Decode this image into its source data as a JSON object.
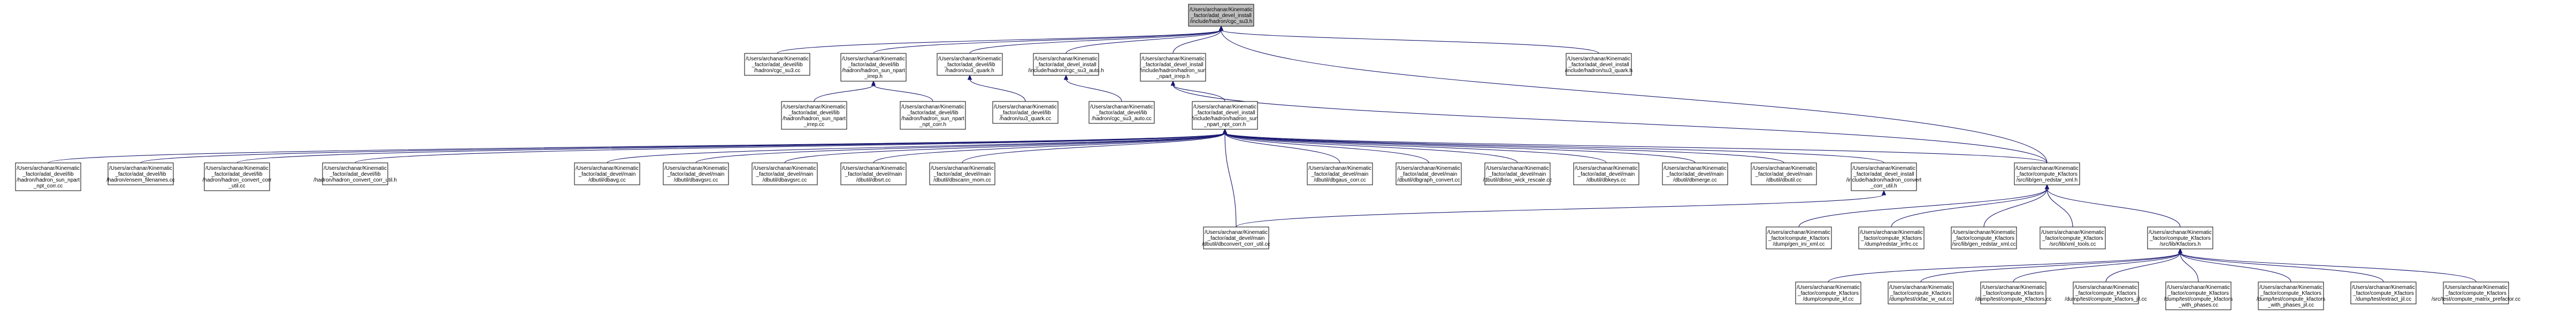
{
  "nodes": [
    {
      "id": "n0",
      "lines": [
        "/Users/archanar/Kinematic",
        "_factor/adat_devel_install",
        "/include/hadron/cgc_su3.h"
      ],
      "root": true
    },
    {
      "id": "n1",
      "lines": [
        "/Users/archanar/Kinematic",
        "_factor/adat_devel/lib",
        "/hadron/cgc_su3.cc"
      ]
    },
    {
      "id": "n2",
      "lines": [
        "/Users/archanar/Kinematic",
        "_factor/adat_devel/lib",
        "/hadron/hadron_sun_npart",
        "_irrep.h"
      ]
    },
    {
      "id": "n3",
      "lines": [
        "/Users/archanar/Kinematic",
        "_factor/adat_devel/lib",
        "/hadron/su3_quark.h"
      ]
    },
    {
      "id": "n4",
      "lines": [
        "/Users/archanar/Kinematic",
        "_factor/adat_devel_install",
        "/include/hadron/cgc_su3_auto.h"
      ]
    },
    {
      "id": "n5",
      "lines": [
        "/Users/archanar/Kinematic",
        "_factor/adat_devel_install",
        "/include/hadron/hadron_sun",
        "_npart_irrep.h"
      ]
    },
    {
      "id": "n6",
      "lines": [
        "/Users/archanar/Kinematic",
        "_factor/adat_devel_install",
        "/include/hadron/su3_quark.h"
      ]
    },
    {
      "id": "n7",
      "lines": [
        "/Users/archanar/Kinematic",
        "_factor/adat_devel/lib",
        "/hadron/hadron_sun_npart",
        "_irrep.cc"
      ]
    },
    {
      "id": "n8",
      "lines": [
        "/Users/archanar/Kinematic",
        "_factor/adat_devel/lib",
        "/hadron/hadron_sun_npart",
        "_npt_corr.h"
      ]
    },
    {
      "id": "n9",
      "lines": [
        "/Users/archanar/Kinematic",
        "_factor/adat_devel/lib",
        "/hadron/su3_quark.cc"
      ]
    },
    {
      "id": "n10",
      "lines": [
        "/Users/archanar/Kinematic",
        "_factor/adat_devel/lib",
        "/hadron/cgc_su3_auto.cc"
      ]
    },
    {
      "id": "n11",
      "lines": [
        "/Users/archanar/Kinematic",
        "_factor/adat_devel_install",
        "/include/hadron/hadron_sun",
        "_npart_npt_corr.h"
      ]
    },
    {
      "id": "n12",
      "lines": [
        "/Users/archanar/Kinematic",
        "_factor/adat_devel/lib",
        "/hadron/hadron_sun_npart",
        "_npt_corr.cc"
      ]
    },
    {
      "id": "n13",
      "lines": [
        "/Users/archanar/Kinematic",
        "_factor/adat_devel/lib",
        "/hadron/ensem_filenames.cc"
      ]
    },
    {
      "id": "n14",
      "lines": [
        "/Users/archanar/Kinematic",
        "_factor/adat_devel/lib",
        "/hadron/hadron_convert_corr",
        "_util.cc"
      ]
    },
    {
      "id": "n15",
      "lines": [
        "/Users/archanar/Kinematic",
        "_factor/adat_devel/lib",
        "/hadron/hadron_convert_corr_util.h"
      ]
    },
    {
      "id": "n16",
      "lines": [
        "/Users/archanar/Kinematic",
        "_factor/adat_devel/main",
        "/dbutil/dbavg.cc"
      ]
    },
    {
      "id": "n17",
      "lines": [
        "/Users/archanar/Kinematic",
        "_factor/adat_devel/main",
        "/dbutil/dbavgsrc.cc"
      ]
    },
    {
      "id": "n18",
      "lines": [
        "/Users/archanar/Kinematic",
        "_factor/adat_devel/main",
        "/dbutil/dbavgsrc.cc"
      ]
    },
    {
      "id": "n19",
      "lines": [
        "/Users/archanar/Kinematic",
        "_factor/adat_devel/main",
        "/dbutil/dbsrt.cc"
      ]
    },
    {
      "id": "n20",
      "lines": [
        "/Users/archanar/Kinematic",
        "_factor/adat_devel/main",
        "/dbutil/dbscann_mom.cc"
      ]
    },
    {
      "id": "n21",
      "lines": [
        "/Users/archanar/Kinematic",
        "_factor/adat_devel/main",
        "/dbutil/dbgaus_corr.cc"
      ]
    },
    {
      "id": "n22",
      "lines": [
        "/Users/archanar/Kinematic",
        "_factor/adat_devel/main",
        "/dbutil/dbgraph_convert.cc"
      ]
    },
    {
      "id": "n23",
      "lines": [
        "/Users/archanar/Kinematic",
        "_factor/adat_devel/main",
        "/dbutil/dbiso_wick_rescale.cc"
      ]
    },
    {
      "id": "n24",
      "lines": [
        "/Users/archanar/Kinematic",
        "_factor/adat_devel/main",
        "/dbutil/dbkeys.cc"
      ]
    },
    {
      "id": "n25",
      "lines": [
        "/Users/archanar/Kinematic",
        "_factor/adat_devel/main",
        "/dbutil/dbmerge.cc"
      ]
    },
    {
      "id": "n26",
      "lines": [
        "/Users/archanar/Kinematic",
        "_factor/adat_devel/main",
        "/dbutil/dbutil.cc"
      ]
    },
    {
      "id": "n27",
      "lines": [
        "/Users/archanar/Kinematic",
        "_factor/adat_devel_install",
        "/include/hadron/hadron_convert",
        "_corr_util.h"
      ]
    },
    {
      "id": "n28",
      "lines": [
        "/Users/archanar/Kinematic",
        "_factor/compute_Kfactors",
        "/src/lib/gen_redstar_xml.h"
      ]
    },
    {
      "id": "n29",
      "lines": [
        "/Users/archanar/Kinematic",
        "_factor/adat_devel/main",
        "/dbutil/dbconvert_corr_util.cc"
      ]
    },
    {
      "id": "n30",
      "lines": [
        "/Users/archanar/Kinematic",
        "_factor/compute_Kfactors",
        "/dump/gen_ini_xml.cc"
      ]
    },
    {
      "id": "n31",
      "lines": [
        "/Users/archanar/Kinematic",
        "_factor/compute_Kfactors",
        "/dump/redstar_irrfrc.cc"
      ]
    },
    {
      "id": "n32",
      "lines": [
        "/Users/archanar/Kinematic",
        "_factor/compute_Kfactors",
        "/src/lib/gen_redstar_xml.cc"
      ]
    },
    {
      "id": "n33",
      "lines": [
        "/Users/archanar/Kinematic",
        "_factor/compute_Kfactors",
        "/src/lib/xml_tools.cc"
      ]
    },
    {
      "id": "n34",
      "lines": [
        "/Users/archanar/Kinematic",
        "_factor/compute_Kfactors",
        "/src/lib/Kfactors.h"
      ]
    },
    {
      "id": "n35",
      "lines": [
        "/Users/archanar/Kinematic",
        "_factor/compute_Kfactors",
        "/dump/compute_kf.cc"
      ]
    },
    {
      "id": "n36",
      "lines": [
        "/Users/archanar/Kinematic",
        "_factor/compute_Kfactors",
        "/dump/test/ckfac_w_out.cc"
      ]
    },
    {
      "id": "n37",
      "lines": [
        "/Users/archanar/Kinematic",
        "_factor/compute_Kfactors",
        "/dump/test/compute_Kfactors.cc"
      ]
    },
    {
      "id": "n38",
      "lines": [
        "/Users/archanar/Kinematic",
        "_factor/compute_Kfactors",
        "/dump/test/compute_kfactors_jil.cc"
      ]
    },
    {
      "id": "n39",
      "lines": [
        "/Users/archanar/Kinematic",
        "_factor/compute_Kfactors",
        "/dump/test/compute_kfactors",
        "_with_phases.cc"
      ]
    },
    {
      "id": "n40",
      "lines": [
        "/Users/archanar/Kinematic",
        "_factor/compute_Kfactors",
        "/dump/test/compute_kfactors",
        "_with_phases_jil.cc"
      ]
    },
    {
      "id": "n41",
      "lines": [
        "/Users/archanar/Kinematic",
        "_factor/compute_Kfactors",
        "/dump/test/extract_jil.cc"
      ]
    },
    {
      "id": "n42",
      "lines": [
        "/Users/archanar/Kinematic",
        "_factor/compute_Kfactors",
        "/src/test/compute_matrix_prefactor.cc"
      ]
    }
  ],
  "edges": [
    [
      "n0",
      "n1"
    ],
    [
      "n0",
      "n2"
    ],
    [
      "n0",
      "n3"
    ],
    [
      "n0",
      "n4"
    ],
    [
      "n0",
      "n5"
    ],
    [
      "n0",
      "n6"
    ],
    [
      "n0",
      "n28"
    ],
    [
      "n2",
      "n7"
    ],
    [
      "n2",
      "n8"
    ],
    [
      "n3",
      "n9"
    ],
    [
      "n4",
      "n10"
    ],
    [
      "n5",
      "n11"
    ],
    [
      "n5",
      "n28"
    ],
    [
      "n11",
      "n12"
    ],
    [
      "n11",
      "n13"
    ],
    [
      "n11",
      "n14"
    ],
    [
      "n11",
      "n15"
    ],
    [
      "n11",
      "n16"
    ],
    [
      "n11",
      "n17"
    ],
    [
      "n11",
      "n18"
    ],
    [
      "n11",
      "n19"
    ],
    [
      "n11",
      "n20"
    ],
    [
      "n11",
      "n21"
    ],
    [
      "n11",
      "n22"
    ],
    [
      "n11",
      "n23"
    ],
    [
      "n11",
      "n24"
    ],
    [
      "n11",
      "n25"
    ],
    [
      "n11",
      "n26"
    ],
    [
      "n11",
      "n27"
    ],
    [
      "n11",
      "n28"
    ],
    [
      "n11",
      "n29"
    ],
    [
      "n27",
      "n29"
    ],
    [
      "n28",
      "n30"
    ],
    [
      "n28",
      "n31"
    ],
    [
      "n28",
      "n32"
    ],
    [
      "n28",
      "n33"
    ],
    [
      "n28",
      "n34"
    ],
    [
      "n34",
      "n35"
    ],
    [
      "n34",
      "n36"
    ],
    [
      "n34",
      "n37"
    ],
    [
      "n34",
      "n38"
    ],
    [
      "n34",
      "n39"
    ],
    [
      "n34",
      "n40"
    ],
    [
      "n34",
      "n41"
    ],
    [
      "n34",
      "n42"
    ]
  ]
}
